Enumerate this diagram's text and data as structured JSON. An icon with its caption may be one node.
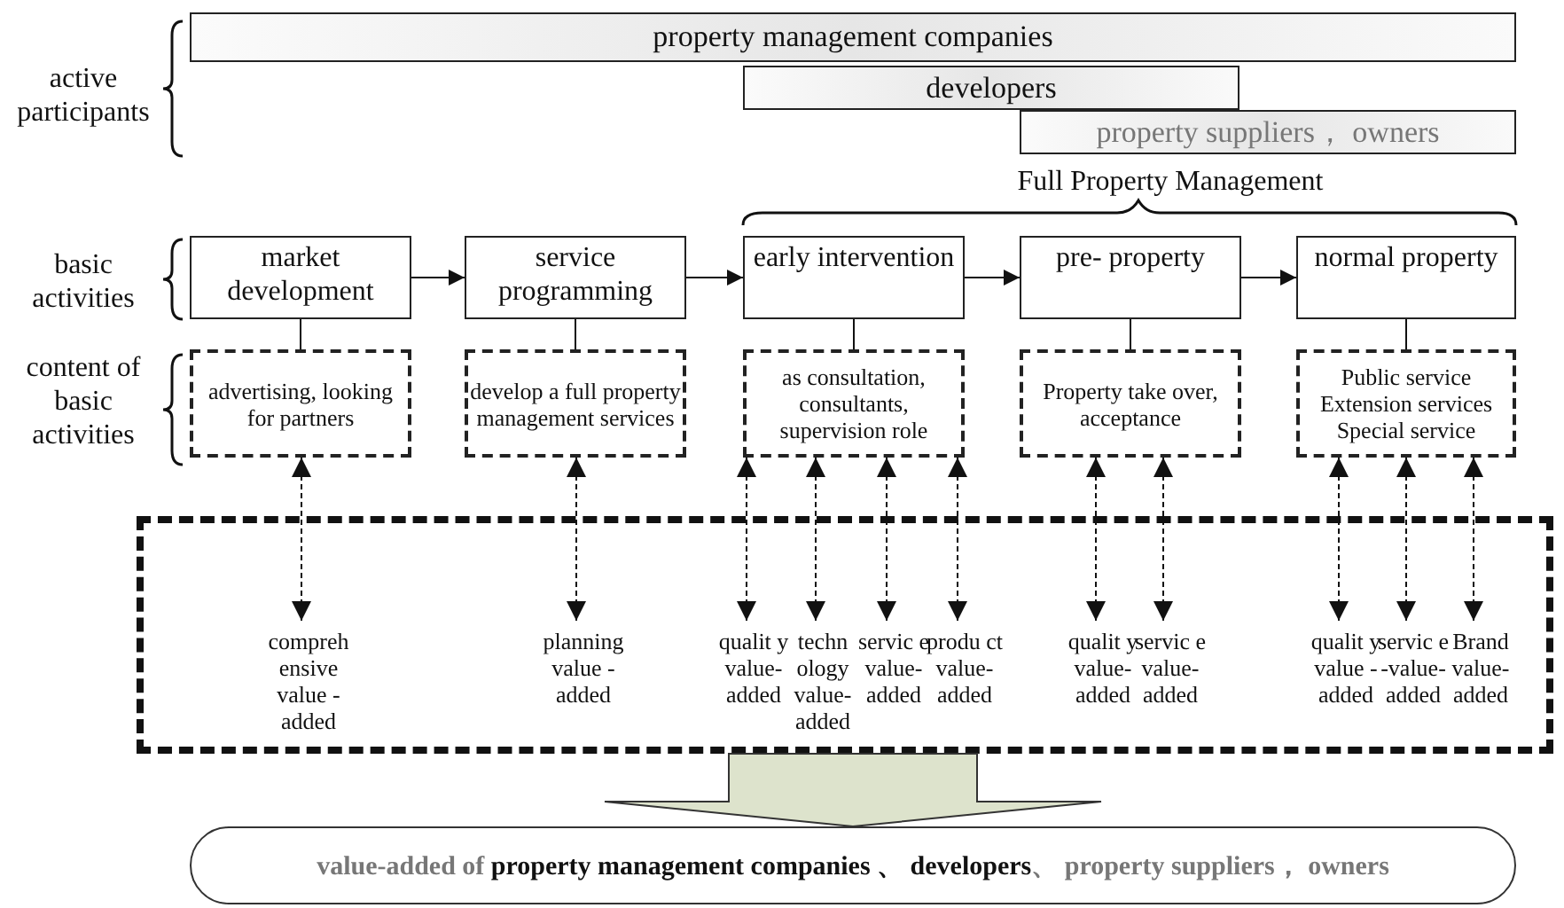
{
  "diagram": {
    "nodes": [
      {
        "text": [
          "property management companies"
        ]
      },
      {
        "text": [
          "developers"
        ]
      },
      {
        "text": [
          "property suppliers， owners"
        ]
      },
      {
        "text": [
          "market development"
        ]
      },
      {
        "text": [
          "service programming"
        ]
      },
      {
        "text": [
          "early intervention"
        ]
      },
      {
        "text": [
          "pre- property"
        ]
      },
      {
        "text": [
          "normal property"
        ]
      },
      {
        "text": [
          "advertising, looking for partners"
        ]
      },
      {
        "text": [
          "develop a full property management services"
        ]
      },
      {
        "text": [
          "as consultation, consultants, supervision role"
        ]
      },
      {
        "text": [
          "Property take over, acceptance"
        ]
      },
      {
        "text": [
          "Public service Extension services Special service"
        ]
      },
      {
        "text": [],
        "shape": "box"
      },
      {
        "text": [
          "compreh ensive value - added"
        ],
        "in": 13
      },
      {
        "text": [
          "planning value - added"
        ],
        "in": 13
      },
      {
        "text": [
          "qualit y value- added"
        ],
        "in": 13
      },
      {
        "text": [
          "techn ology value- added"
        ],
        "in": 13
      },
      {
        "text": [
          "servic e value- added"
        ],
        "in": 13
      },
      {
        "text": [
          "produ ct value- added"
        ],
        "in": 13
      },
      {
        "text": [
          "qualit y value- added"
        ],
        "in": 13
      },
      {
        "text": [
          "servic e value- added"
        ],
        "in": 13
      },
      {
        "text": [
          "qualit y value -added"
        ],
        "in": 13
      },
      {
        "text": [
          "servic e -value- added"
        ],
        "in": 13
      },
      {
        "text": [
          "Brand value- added"
        ],
        "in": 13
      },
      {
        "text": [
          "value-added of **property management companies 、 developers**、 property suppliers， owners"
        ]
      }
    ],
    "edges": [
      {
        "from": 3,
        "to": 4,
        "arrow": "to"
      },
      {
        "from": 4,
        "to": 5,
        "arrow": "to"
      },
      {
        "from": 5,
        "to": 6,
        "arrow": "to"
      },
      {
        "from": 6,
        "to": 7,
        "arrow": "to"
      },
      {
        "from": 3,
        "to": 8,
        "arrow": "none"
      },
      {
        "from": 4,
        "to": 9,
        "arrow": "none"
      },
      {
        "from": 5,
        "to": 10,
        "arrow": "none"
      },
      {
        "from": 6,
        "to": 11,
        "arrow": "none"
      },
      {
        "from": 7,
        "to": 12,
        "arrow": "none"
      },
      {
        "from": 8,
        "to": 14,
        "arrow": "both",
        "style": "dashed"
      },
      {
        "from": 9,
        "to": 15,
        "arrow": "both",
        "style": "dashed"
      },
      {
        "from": 10,
        "to": 16,
        "arrow": "both",
        "style": "dashed"
      },
      {
        "from": 10,
        "to": 17,
        "arrow": "both",
        "style": "dashed"
      },
      {
        "from": 10,
        "to": 18,
        "arrow": "both",
        "style": "dashed"
      },
      {
        "from": 10,
        "to": 19,
        "arrow": "both",
        "style": "dashed"
      },
      {
        "from": 11,
        "to": 20,
        "arrow": "both",
        "style": "dashed"
      },
      {
        "from": 11,
        "to": 21,
        "arrow": "both",
        "style": "dashed"
      },
      {
        "from": 12,
        "to": 22,
        "arrow": "both",
        "style": "dashed"
      },
      {
        "from": 12,
        "to": 23,
        "arrow": "both",
        "style": "dashed"
      },
      {
        "from": 12,
        "to": 24,
        "arrow": "both",
        "style": "dashed"
      },
      {
        "from": 13,
        "to": 25,
        "arrow": "to",
        "style": "thick",
        "color": "#dde3cc"
      }
    ],
    "labels": [
      "active participants",
      "Full Property Management",
      "basic activities",
      "content of basic activities"
    ]
  }
}
